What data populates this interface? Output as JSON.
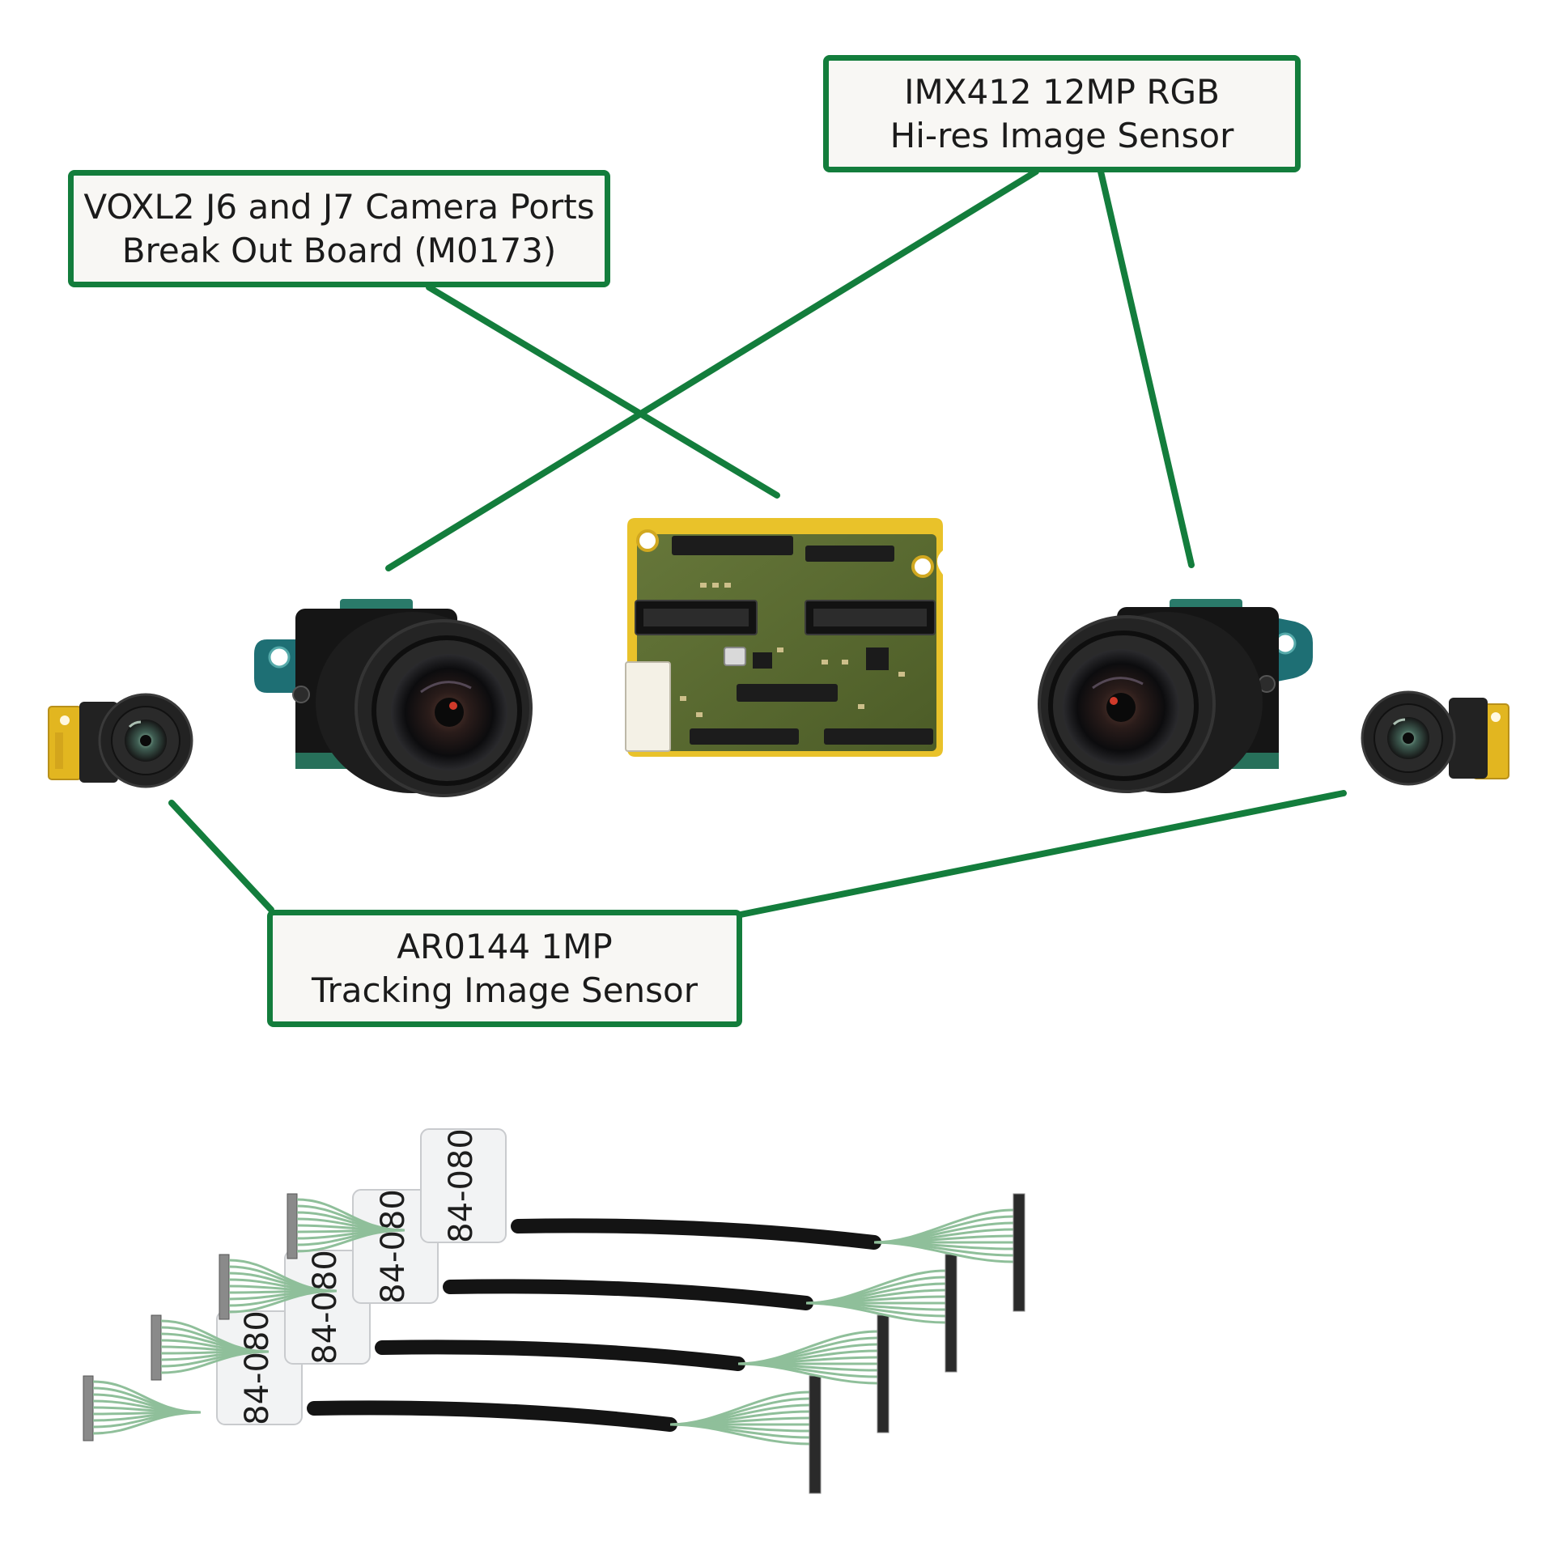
{
  "callouts": {
    "board": {
      "line1": "VOXL2 J6 and J7 Camera Ports",
      "line2": "Break Out Board (M0173)"
    },
    "imx412": {
      "line1": "IMX412 12MP RGB",
      "line2": "Hi-res Image Sensor"
    },
    "ar0144": {
      "line1": "AR0144 1MP",
      "line2": "Tracking Image Sensor"
    }
  },
  "cables": {
    "label": "84-080",
    "count": 4
  },
  "colors": {
    "accent_green": "#137d3c",
    "callout_bg": "#f8f7f4",
    "pcb_yellow": "#e9c22a",
    "pcb_green": "#5a6b2c",
    "camera_black": "#1a1a1a",
    "cable_green": "#8fbf9a"
  }
}
